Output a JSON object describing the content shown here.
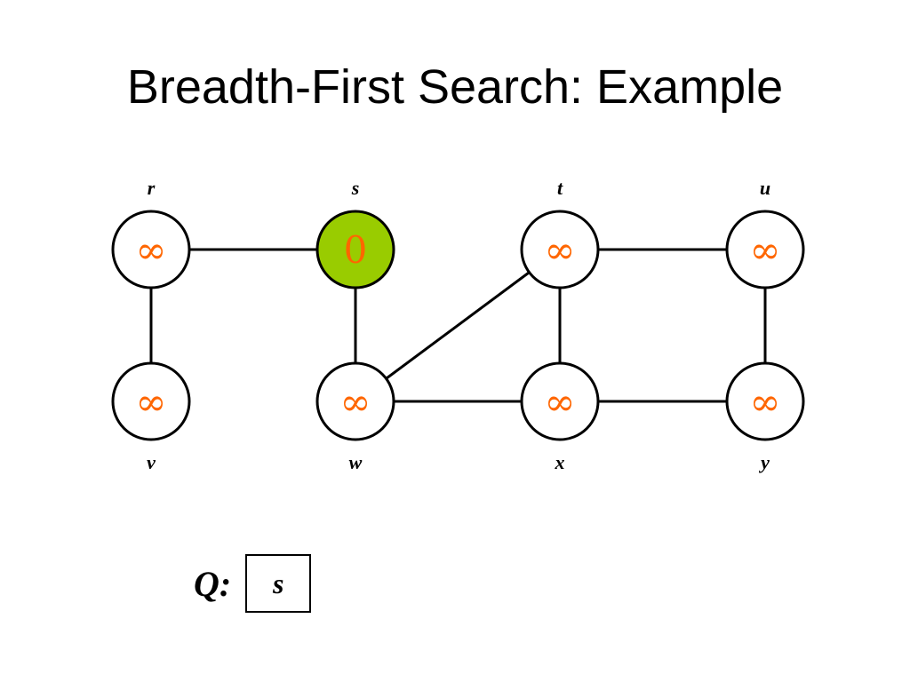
{
  "title": "Breadth-First Search: Example",
  "colors": {
    "visited_fill": "#99cc00",
    "unvisited_fill": "#ffffff",
    "distance_text": "#ff6600",
    "edge": "#000000"
  },
  "graph": {
    "vertices": [
      {
        "id": "r",
        "label": "r",
        "distance": "∞",
        "visited": false
      },
      {
        "id": "s",
        "label": "s",
        "distance": "0",
        "visited": true
      },
      {
        "id": "t",
        "label": "t",
        "distance": "∞",
        "visited": false
      },
      {
        "id": "u",
        "label": "u",
        "distance": "∞",
        "visited": false
      },
      {
        "id": "v",
        "label": "v",
        "distance": "∞",
        "visited": false
      },
      {
        "id": "w",
        "label": "w",
        "distance": "∞",
        "visited": false
      },
      {
        "id": "x",
        "label": "x",
        "distance": "∞",
        "visited": false
      },
      {
        "id": "y",
        "label": "y",
        "distance": "∞",
        "visited": false
      }
    ],
    "edges": [
      [
        "r",
        "s"
      ],
      [
        "r",
        "v"
      ],
      [
        "s",
        "w"
      ],
      [
        "w",
        "t"
      ],
      [
        "t",
        "u"
      ],
      [
        "t",
        "x"
      ],
      [
        "u",
        "y"
      ],
      [
        "w",
        "x"
      ],
      [
        "x",
        "y"
      ]
    ]
  },
  "queue": {
    "label": "Q:",
    "items": [
      "s"
    ]
  }
}
